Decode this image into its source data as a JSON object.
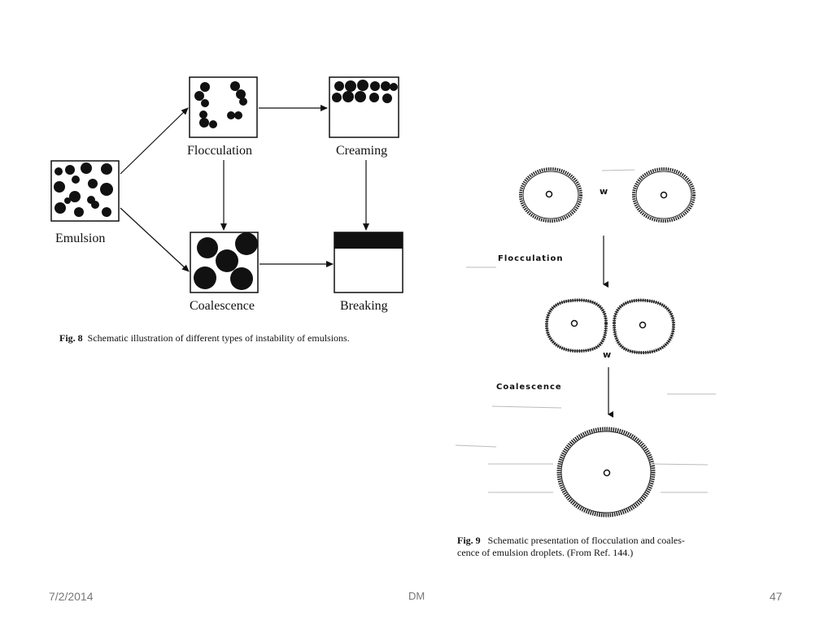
{
  "fig8": {
    "labels": {
      "emulsion": "Emulsion",
      "flocculation": "Flocculation",
      "creaming": "Creaming",
      "coalescence": "Coalescence",
      "breaking": "Breaking"
    },
    "caption_prefix": "Fig. 8",
    "caption_text": "Schematic illustration of different types of instability of emulsions."
  },
  "fig9": {
    "water_label": "w",
    "flocculation_label": "Flocculation",
    "coalescence_label": "Coalescence",
    "caption_prefix": "Fig. 9",
    "caption_line1": "Schematic presentation of flocculation and coales-",
    "caption_line2": "cence of emulsion droplets. (From Ref. 144.)"
  },
  "footer": {
    "date": "7/2/2014",
    "center": "DM",
    "page": "47"
  }
}
